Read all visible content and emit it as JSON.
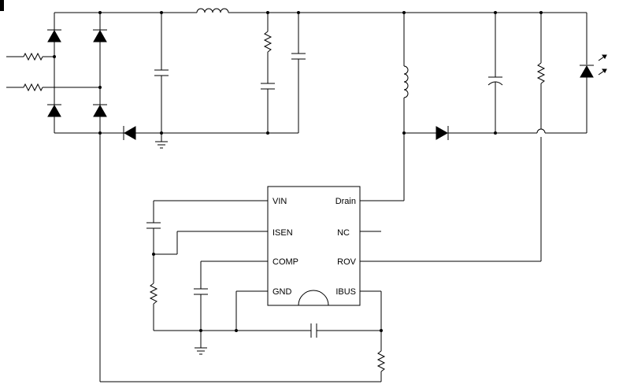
{
  "ic": {
    "pins_left": [
      "VIN",
      "ISEN",
      "COMP",
      "GND"
    ],
    "pins_right": [
      "Drain",
      "NC",
      "ROV",
      "IBUS"
    ]
  }
}
